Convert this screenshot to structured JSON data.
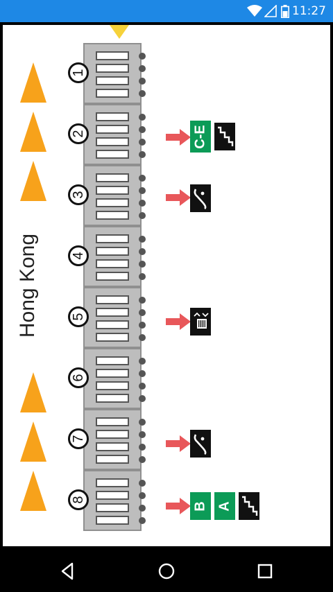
{
  "status_bar": {
    "time": "11:27",
    "icons": [
      "wifi-icon",
      "cellular-icon",
      "battery-icon"
    ]
  },
  "station": {
    "name": "Hong Kong"
  },
  "cars": [
    {
      "number": "1"
    },
    {
      "number": "2"
    },
    {
      "number": "3"
    },
    {
      "number": "4"
    },
    {
      "number": "5"
    },
    {
      "number": "6"
    },
    {
      "number": "7"
    },
    {
      "number": "8"
    }
  ],
  "exits": [
    {
      "car": "2",
      "labels": [
        "C-E"
      ],
      "icons": [
        "stairs-icon"
      ]
    },
    {
      "car": "3",
      "labels": [],
      "icons": [
        "escalator-icon"
      ]
    },
    {
      "car": "5",
      "labels": [],
      "icons": [
        "lift-icon"
      ]
    },
    {
      "car": "7",
      "labels": [],
      "icons": [
        "escalator-icon"
      ]
    },
    {
      "car": "8",
      "labels": [
        "B",
        "A"
      ],
      "icons": [
        "stairs-icon"
      ]
    }
  ],
  "colors": {
    "status_bar": "#1e88e5",
    "platform_marker": "#f7a21b",
    "exit_green": "#0c9b57",
    "arrow": "#e8575a"
  },
  "nav_bar": {
    "buttons": [
      "back-icon",
      "home-icon",
      "recents-icon"
    ]
  }
}
